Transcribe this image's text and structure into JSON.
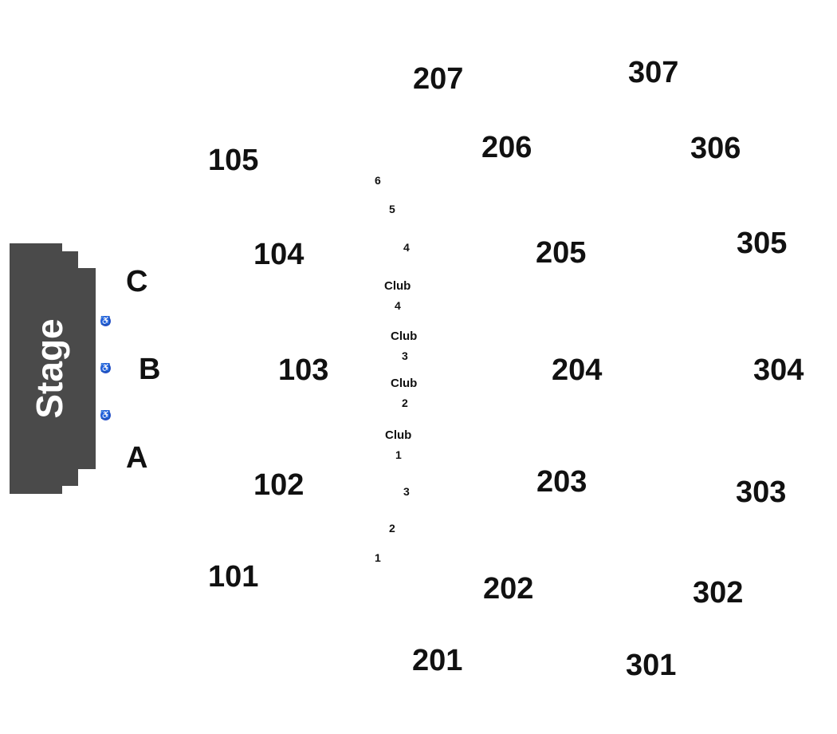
{
  "stage": {
    "label": "Stage",
    "color": "#4a4a4a"
  },
  "accessible_icon_color": "#2a52c8",
  "floor_rows": {
    "c": "C",
    "b": "B",
    "a": "A"
  },
  "sections": {
    "s101": "101",
    "s102": "102",
    "s103": "103",
    "s104": "104",
    "s105": "105",
    "s201": "201",
    "s202": "202",
    "s203": "203",
    "s204": "204",
    "s205": "205",
    "s206": "206",
    "s207": "207",
    "s301": "301",
    "s302": "302",
    "s303": "303",
    "s304": "304",
    "s305": "305",
    "s306": "306",
    "s307": "307"
  },
  "boxes": {
    "b6": "6",
    "b5": "5",
    "b4": "4",
    "club4": "Club",
    "club4n": "4",
    "club3": "Club",
    "club3n": "3",
    "club2": "Club",
    "club2n": "2",
    "club1": "Club",
    "club1n": "1",
    "b3": "3",
    "b2": "2",
    "b1": "1"
  }
}
